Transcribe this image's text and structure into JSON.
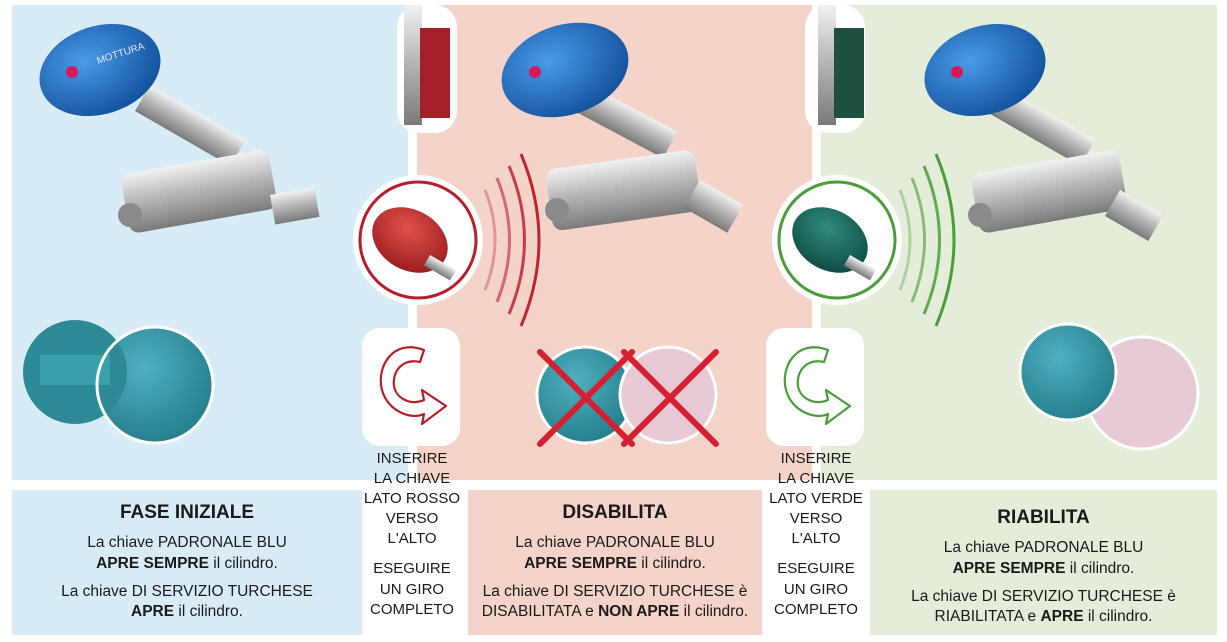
{
  "stages": [
    {
      "title": "FASE INIZIALE",
      "master_line_pre": "La chiave PADRONALE BLU",
      "master_bold": "APRE SEMPRE",
      "master_post": " il cilindro.",
      "service_line_pre": "La chiave DI SERVIZIO TURCHESE",
      "service_bold": "APRE",
      "service_post": " il cilindro."
    },
    {
      "title": "DISABILITA",
      "master_line_pre": "La chiave PADRONALE BLU",
      "master_bold": "APRE SEMPRE",
      "master_post": " il cilindro.",
      "service_line_pre": "La chiave DI SERVIZIO TURCHESE è",
      "service_pre2": "DISABILITATA e ",
      "service_bold": "NON APRE",
      "service_post": " il cilindro."
    },
    {
      "title": "RIABILITA",
      "master_line_pre": "La chiave PADRONALE BLU",
      "master_bold": "APRE SEMPRE",
      "master_post": " il cilindro.",
      "service_line_pre": "La chiave DI SERVIZIO TURCHESE è",
      "service_pre2": "RIABILITATA e ",
      "service_bold": "APRE",
      "service_post": " il cilindro."
    }
  ],
  "instructions": [
    {
      "lines": [
        "INSERIRE",
        "LA CHIAVE",
        "LATO ROSSO",
        "VERSO",
        "L'ALTO"
      ],
      "lines2": [
        "ESEGUIRE",
        "UN GIRO",
        "COMPLETO"
      ]
    },
    {
      "lines": [
        "INSERIRE",
        "LA CHIAVE",
        "LATO VERDE",
        "VERSO",
        "L'ALTO"
      ],
      "lines2": [
        "ESEGUIRE",
        "UN GIRO",
        "COMPLETO"
      ]
    }
  ],
  "brand": "MOTTURA",
  "colors": {
    "panel_blue": "#d8ecf7",
    "panel_pink": "#f4d3c9",
    "panel_green": "#e3edda",
    "red_accent": "#c0222e",
    "green_accent": "#4a9d3a",
    "master_key": "#1f6fc4",
    "service_key": "#2a8a9e"
  },
  "icons": [
    "master-key-icon",
    "cylinder-lock-icon",
    "service-key-tag-icon",
    "red-programming-key-icon",
    "green-programming-key-icon",
    "rotate-arrow-icon",
    "cross-mark-icon",
    "signal-waves-icon"
  ]
}
